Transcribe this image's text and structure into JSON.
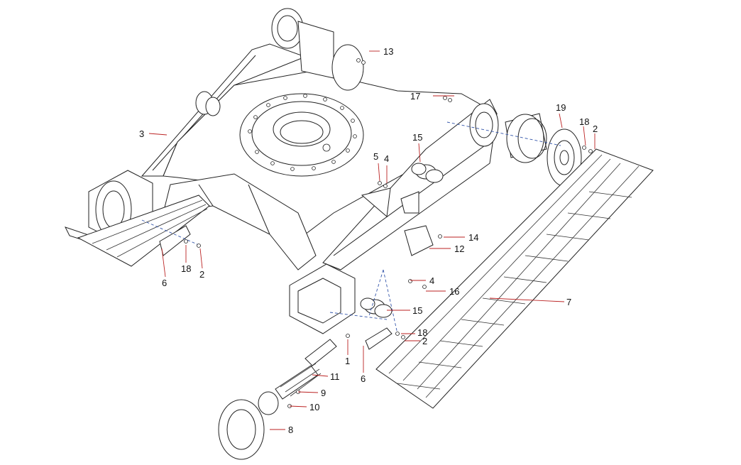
{
  "diagram": {
    "title": "Undercarriage exploded parts diagram",
    "callouts": {
      "c1": "1",
      "c2a": "2",
      "c2b": "2",
      "c2c": "2",
      "c3": "3",
      "c4a": "4",
      "c4b": "4",
      "c5": "5",
      "c6a": "6",
      "c6b": "6",
      "c7": "7",
      "c8": "8",
      "c9": "9",
      "c10": "10",
      "c11": "11",
      "c12": "12",
      "c13": "13",
      "c14": "14",
      "c15a": "15",
      "c15b": "15",
      "c16": "16",
      "c17": "17",
      "c18a": "18",
      "c18b": "18",
      "c18c": "18",
      "c19": "19"
    },
    "colors": {
      "leader": "#b22222",
      "centerline": "#3355aa",
      "outline": "#222222"
    }
  }
}
